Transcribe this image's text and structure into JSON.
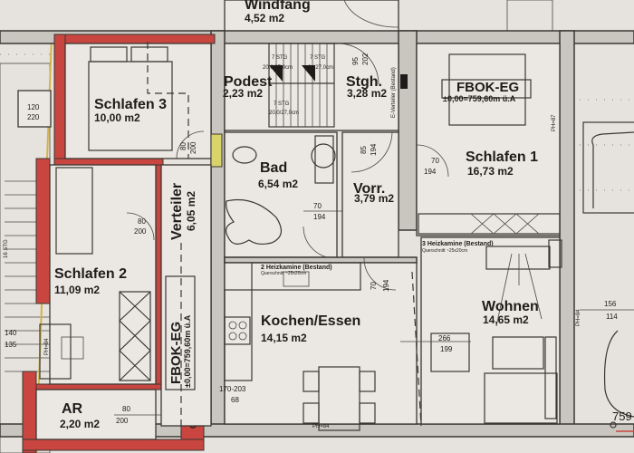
{
  "rooms": {
    "windfang": {
      "name": "Windfang",
      "area": "4,52 m2"
    },
    "podest": {
      "name": "Podest",
      "area": "2,23 m2"
    },
    "stgh": {
      "name": "Stgh.",
      "area": "3,28 m2"
    },
    "schlafen3": {
      "name": "Schlafen 3",
      "area": "10,00 m2"
    },
    "schlafen2": {
      "name": "Schlafen 2",
      "area": "11,09 m2"
    },
    "schlafen1": {
      "name": "Schlafen 1",
      "area": "16,73 m2"
    },
    "verteiler": {
      "name": "Verteiler",
      "area": "6,05 m2"
    },
    "bad": {
      "name": "Bad",
      "area": "6,54 m2"
    },
    "vorr": {
      "name": "Vorr.",
      "area": "3,79 m2"
    },
    "kochen": {
      "name": "Kochen/Essen",
      "area": "14,15 m2"
    },
    "wohnen": {
      "name": "Wohnen",
      "area": "14,65 m2"
    },
    "ar": {
      "name": "AR",
      "area": "2,20 m2"
    }
  },
  "level_marks": {
    "top": {
      "title": "FBOK-EG",
      "value": "±0,00=759,60m ü.A"
    },
    "vertical": {
      "title": "FBOK-EG",
      "value": "±0,00=759,60m ü.A"
    }
  },
  "annotations": {
    "heizkamine2": "2 Heizkamine (Bestand)",
    "heizkamine3": "3 Heizkamine (Bestand)",
    "querschnitt": "Querschnitt ~25x20cm",
    "e_verteiler": "E-Verteiler (Bestand)",
    "stairs_a": "7 STG",
    "stairs_a_dim": "20,0/27,0cm",
    "stairs_b": "7 STG",
    "stairs_b_dim": "21/27,0cm",
    "stairs_c": "7 STG",
    "stairs_c_dim": "20,0/27,0cm",
    "stairs_left": "16 STG",
    "ph84": "PH=84",
    "ph87": "PH=87"
  },
  "door_dims": {
    "schlafen3_left": [
      "120",
      "220"
    ],
    "schlafen3_door": [
      "80",
      "200"
    ],
    "schlafen2_door": [
      "80",
      "200"
    ],
    "ar_door": [
      "80",
      "200"
    ],
    "bad_door": [
      "70",
      "194"
    ],
    "vorr_door": [
      "85",
      "194"
    ],
    "stgh_door": [
      "95",
      "202"
    ],
    "schlafen1_door": [
      "70",
      "194"
    ],
    "kochen_door": [
      "70",
      "194"
    ],
    "kochen_opening": [
      "170-203",
      "68"
    ],
    "wohnen_window": [
      "266",
      "199"
    ],
    "right_window": [
      "156",
      "114"
    ],
    "left_dims": [
      "140",
      "135"
    ],
    "elevation": "759"
  },
  "colors": {
    "background": "#e6e3de",
    "red_wall": "#c8463f",
    "wall": "#c9c5bf",
    "ink": "#1e1c1a"
  }
}
